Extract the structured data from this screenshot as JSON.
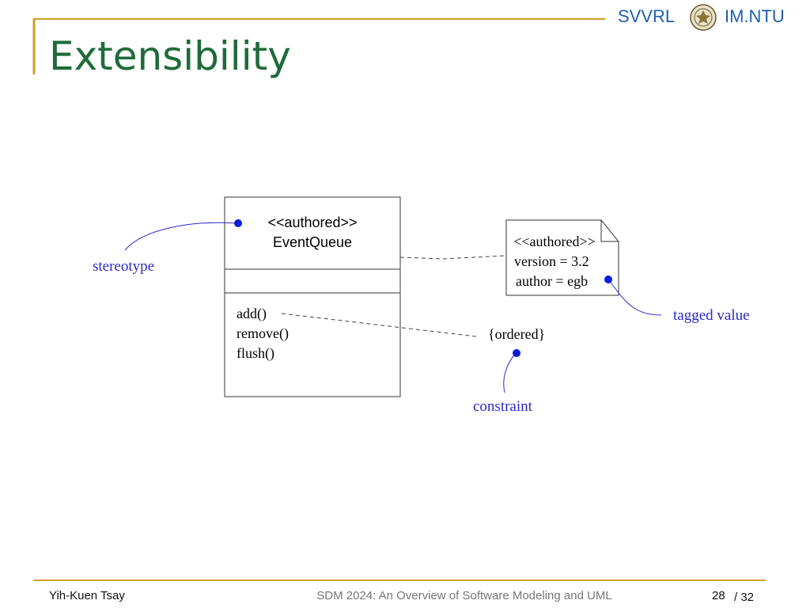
{
  "header": {
    "title": "Extensibility",
    "org_left": "SVVRL",
    "org_right": "IM.NTU",
    "accent_color": "#c9a227",
    "title_color": "#1e6b3a",
    "org_color": "#1e5fb0",
    "seal_icon": "university-seal-icon"
  },
  "diagram": {
    "class_box": {
      "stereotype": "<<authored>>",
      "name": "EventQueue",
      "operations": [
        "add()",
        "remove()",
        "flush()"
      ]
    },
    "note": {
      "stereotype": "<<authored>>",
      "lines": [
        "version = 3.2",
        "author = egb"
      ]
    },
    "constraint": "{ordered}",
    "callouts": {
      "stereotype": "stereotype",
      "tagged_value": "tagged value",
      "constraint": "constraint"
    },
    "callout_color": "#2a2acc",
    "marker_color": "#0a1ae0"
  },
  "footer": {
    "author": "Yih-Kuen Tsay",
    "course": "SDM 2024: An Overview of Software Modeling and UML",
    "page": "28",
    "total": "/ 32"
  }
}
